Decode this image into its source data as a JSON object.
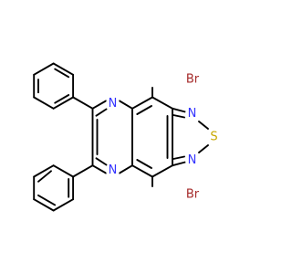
{
  "molecule": {
    "colors": {
      "bond": "#000000",
      "nitrogen": "#3333ff",
      "bromine": "#a52a2a",
      "sulfur": "#c8a800"
    },
    "atom_labels": {
      "br_top": "Br",
      "br_bottom": "Br",
      "n_pyrazine_top": "N",
      "n_pyrazine_bottom": "N",
      "n_thiadiazole_top": "N",
      "n_thiadiazole_bottom": "N",
      "s_thiadiazole": "S"
    }
  }
}
